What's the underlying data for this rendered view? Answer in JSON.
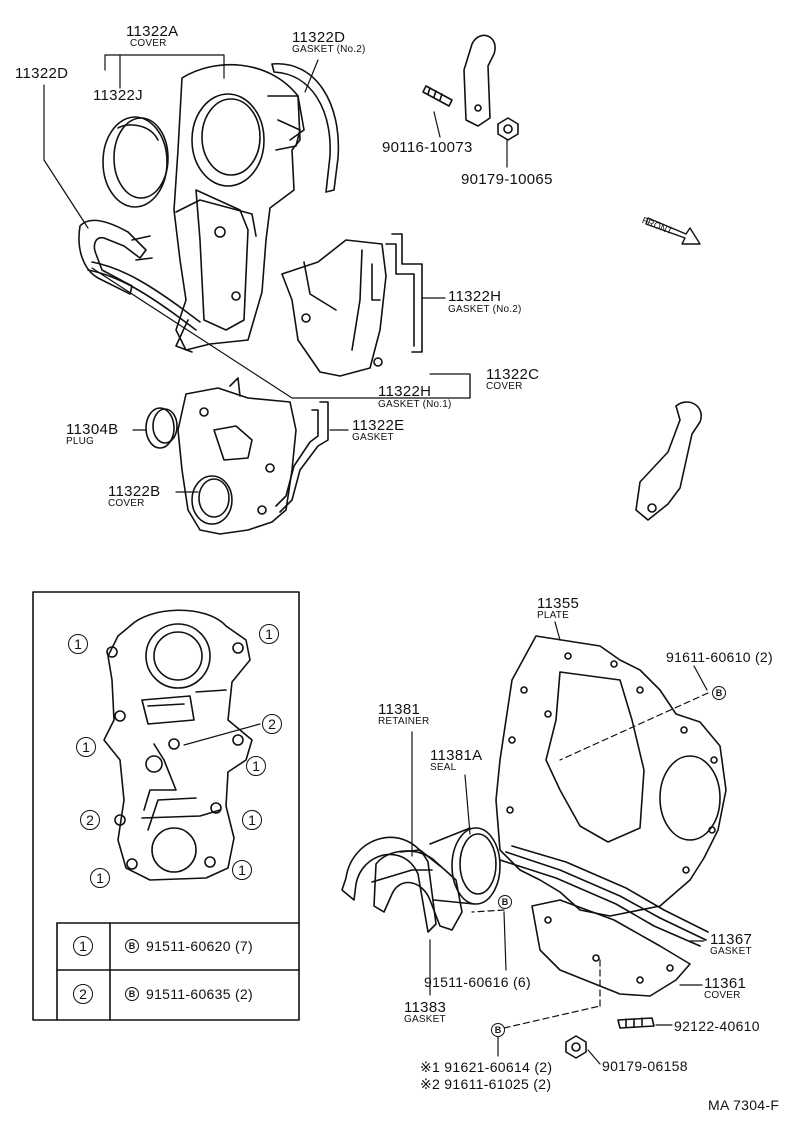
{
  "diagram": {
    "code": "MA 7304-F",
    "front_label": "FRONT",
    "parts": {
      "p11322A": {
        "number": "11322A",
        "desc": "COVER"
      },
      "p11322D_top": {
        "number": "11322D",
        "desc": "GASKET (No.2)"
      },
      "p11322D_left": {
        "number": "11322D"
      },
      "p11322J": {
        "number": "11322J"
      },
      "p90116": {
        "number": "90116-10073"
      },
      "p90179a": {
        "number": "90179-10065"
      },
      "p11322H_no2": {
        "number": "11322H",
        "desc": "GASKET (No.2)"
      },
      "p11322C": {
        "number": "11322C",
        "desc": "COVER"
      },
      "p11322H_no1": {
        "number": "11322H",
        "desc": "GASKET (No.1)"
      },
      "p11304B": {
        "number": "11304B",
        "desc": "PLUG"
      },
      "p11322E": {
        "number": "11322E",
        "desc": "GASKET"
      },
      "p11322B": {
        "number": "11322B",
        "desc": "COVER"
      },
      "p11355": {
        "number": "11355",
        "desc": "PLATE"
      },
      "p91611_60610": {
        "number": "91611-60610 (2)"
      },
      "p11381": {
        "number": "11381",
        "desc": "RETAINER"
      },
      "p11381A": {
        "number": "11381A",
        "desc": "SEAL"
      },
      "p11367": {
        "number": "11367",
        "desc": "GASKET"
      },
      "p91511_60616": {
        "number": "91511-60616 (6)"
      },
      "p11361": {
        "number": "11361",
        "desc": "COVER"
      },
      "p11383": {
        "number": "11383",
        "desc": "GASKET"
      },
      "p92122": {
        "number": "92122-40610"
      },
      "p90179b": {
        "number": "90179-06158"
      },
      "note1": {
        "number": "※1 91621-60614 (2)"
      },
      "note2": {
        "number": "※2 91611-61025 (2)"
      }
    },
    "bolt_mark": "B",
    "inset": {
      "markers": [
        "1",
        "2"
      ],
      "legend": [
        {
          "marker": "1",
          "part": "91511-60620 (7)"
        },
        {
          "marker": "2",
          "part": "91511-60635 (2)"
        }
      ]
    }
  }
}
